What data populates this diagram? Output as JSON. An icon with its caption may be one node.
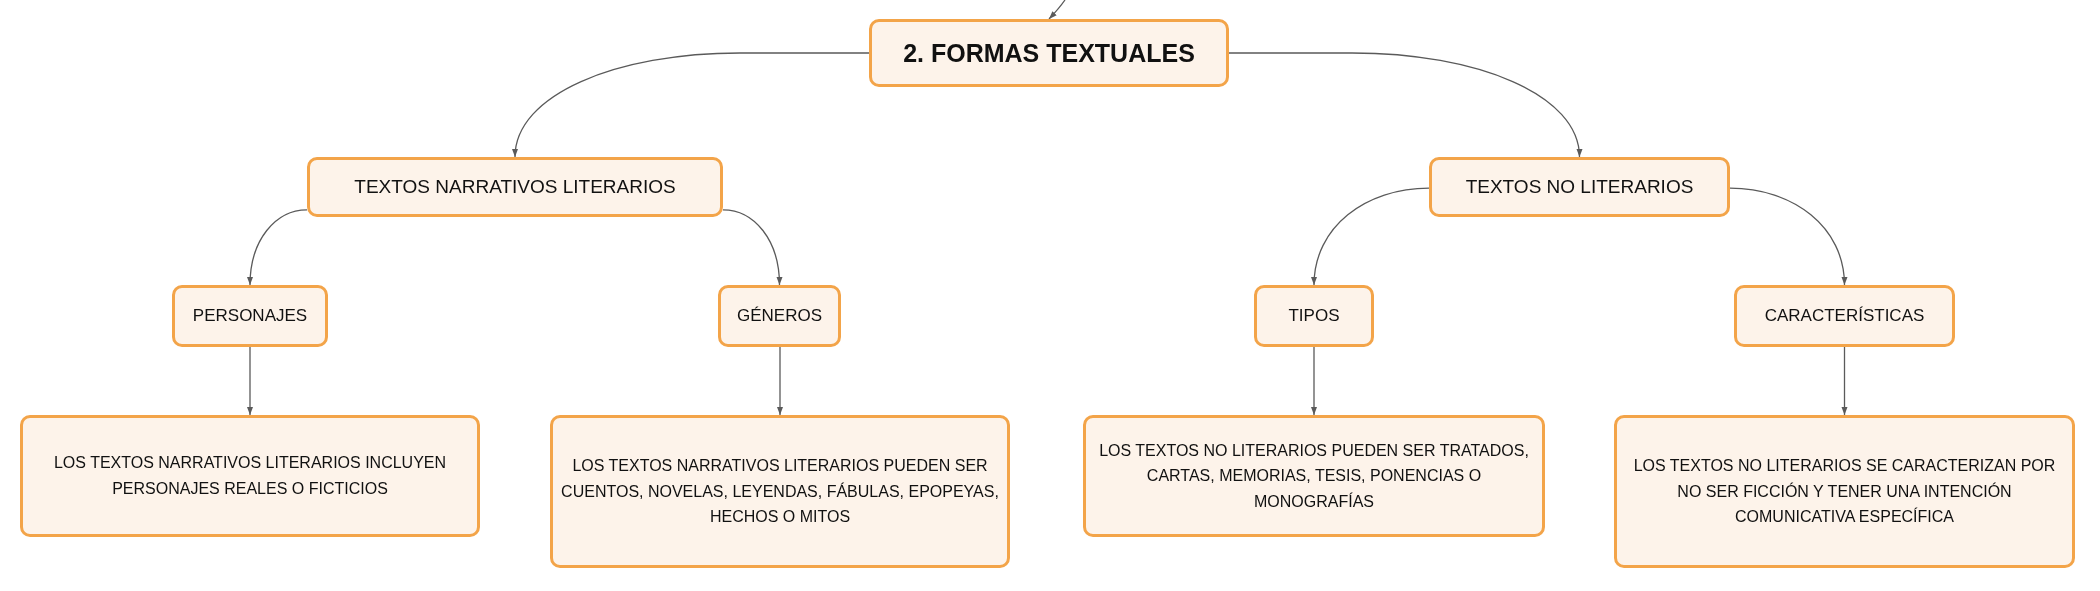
{
  "diagram": {
    "nodes": [
      {
        "text": [
          "2. FORMAS TEXTUALES"
        ]
      },
      {
        "text": [
          "TEXTOS NARRATIVOS LITERARIOS"
        ]
      },
      {
        "text": [
          "TEXTOS NO LITERARIOS"
        ]
      },
      {
        "text": [
          "PERSONAJES"
        ]
      },
      {
        "text": [
          "GÉNEROS"
        ]
      },
      {
        "text": [
          "TIPOS"
        ]
      },
      {
        "text": [
          "CARACTERÍSTICAS"
        ]
      },
      {
        "text": [
          "LOS TEXTOS NARRATIVOS LITERARIOS INCLUYEN PERSONAJES REALES O FICTICIOS"
        ]
      },
      {
        "text": [
          "LOS TEXTOS NARRATIVOS LITERARIOS PUEDEN SER CUENTOS, NOVELAS, LEYENDAS, FÁBULAS, EPOPEYAS, HECHOS O MITOS"
        ]
      },
      {
        "text": [
          "LOS TEXTOS NO LITERARIOS PUEDEN SER TRATADOS, CARTAS, MEMORIAS, TESIS, PONENCIAS O MONOGRAFÍAS"
        ]
      },
      {
        "text": [
          "LOS TEXTOS NO LITERARIOS SE CARACTERIZAN POR NO SER FICCIÓN Y TENER UNA INTENCIÓN COMUNICATIVA ESPECÍFICA"
        ]
      }
    ],
    "edges": [
      {
        "from": null,
        "to": 0,
        "arrow": "to"
      },
      {
        "from": 0,
        "to": 1,
        "arrow": "to"
      },
      {
        "from": 0,
        "to": 2,
        "arrow": "to"
      },
      {
        "from": 1,
        "to": 3,
        "arrow": "to"
      },
      {
        "from": 1,
        "to": 4,
        "arrow": "to"
      },
      {
        "from": 2,
        "to": 5,
        "arrow": "to"
      },
      {
        "from": 2,
        "to": 6,
        "arrow": "to"
      },
      {
        "from": 3,
        "to": 7,
        "arrow": "to"
      },
      {
        "from": 4,
        "to": 8,
        "arrow": "to"
      },
      {
        "from": 5,
        "to": 9,
        "arrow": "to"
      },
      {
        "from": 6,
        "to": 10,
        "arrow": "to"
      }
    ]
  }
}
